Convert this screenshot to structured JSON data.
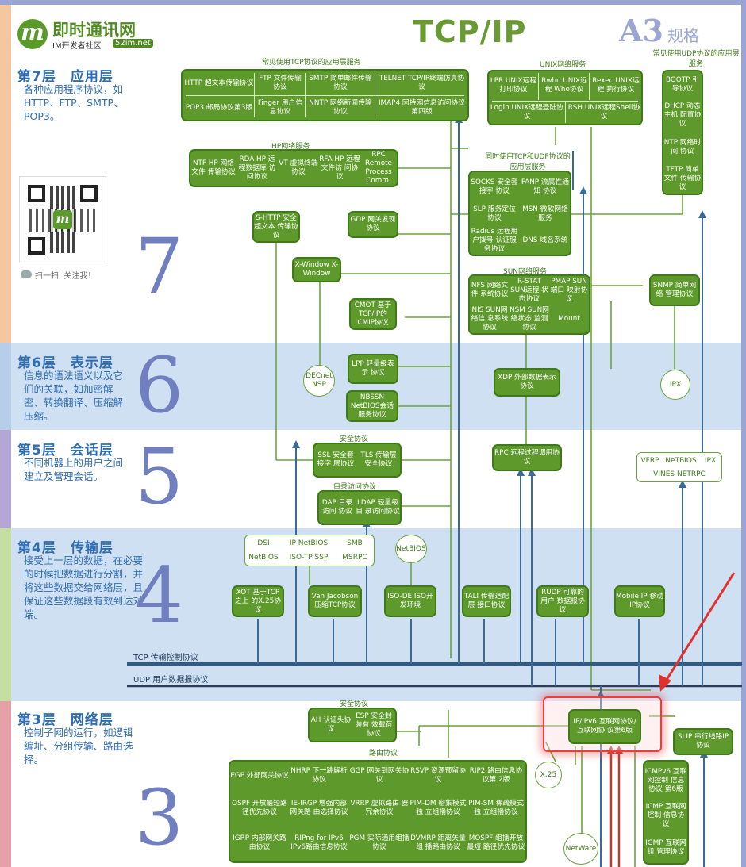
{
  "logo": {
    "mark": "m",
    "name": "即时通讯网",
    "sub": "IM开发者社区",
    "site": "52im.net"
  },
  "title": "TCP/IP",
  "badge": {
    "a3": "A3",
    "label": "规格"
  },
  "qr": {
    "caption": "扫一扫, 关注我！"
  },
  "layers": [
    {
      "title": "第7层　应用层",
      "desc": "各种应用程序协议，如 HTTP、FTP、SMTP、POP3。",
      "num": "7"
    },
    {
      "title": "第6层　表示层",
      "desc": "信息的语法语义以及它们的关联，如加密解密、转换翻译、压缩解压缩。",
      "num": "6"
    },
    {
      "title": "第5层　会话层",
      "desc": "不同机器上的用户之间建立及管理会话。",
      "num": "5"
    },
    {
      "title": "第4层　传输层",
      "desc": "接受上一层的数据，在必要的时候把数据进行分割，并将这些数据交给网络层，且保证这些数据段有效到达对端。",
      "num": "4"
    },
    {
      "title": "第3层　网络层",
      "desc": "控制子网的运行，如逻辑编址、分组传输、路由选择。",
      "num": "3"
    }
  ],
  "groups": {
    "common_tcp": "常见使用TCP协议的应用层服务",
    "unix": "UNIX网络服务",
    "common_udp": "常见使用UDP协议的应用层服务",
    "hp": "HP网络服务",
    "both": "同时使用TCP和UDP协议的应用层服务",
    "sun": "SUN网络服务",
    "security": "安全协议",
    "directory": "目录访问协议",
    "security3": "安全协议",
    "routing": "路由协议"
  },
  "boxes": {
    "http": "HTTP 超文本传输协议",
    "ftp": "FTP 文件传输协议",
    "smtp": "SMTP 简单邮件传输协议",
    "telnet": "TELNET TCP/IP终端仿真协议",
    "pop3": "POP3 邮局协议第3版",
    "finger": "Finger 用户信息协议",
    "nntp": "NNTP 网络新闻传输协议",
    "imap4": "IMAP4 因特网信息访问协议第四版",
    "lpr": "LPR UNIX远程 打印协议",
    "rwho": "Rwho UNIX远程 Who协议",
    "rexec": "Rexec UNIX远程 执行协议",
    "login": "Login UNIX远程登陆协议",
    "rsh": "RSH UNIX远程Shell协议",
    "bootp": "BOOTP 引导协议",
    "dhcp": "DHCP 动态主机 配置协议",
    "ntp": "NTP 网络时间 协议",
    "tftp": "TFTP 简单文件 传输协议",
    "ntfhp": "NTF HP 网络文件 传输协议",
    "rdahp": "RDA HP 远程数据库 访问协议",
    "vt": "VT 虚拟终端 协议",
    "rfahp": "RFA HP 远程文件访 问协议",
    "rpchp": "RPC Remote Process Comm.",
    "socks": "SOCKS 安全套接字 协议",
    "fanp": "FANP 流属性通知 协议",
    "slp": "SLP 服务定位协议",
    "msn": "MSN 微软网络服务",
    "radius": "Radius 远程用户拨号 认证服务协议",
    "dns": "DNS 域名系统",
    "shttp": "S-HTTP 安全超文本 传输协议",
    "gdp": "GDP 网关发现协议",
    "xwin": "X-Window X-Window",
    "cmot": "CMOT 基于TCP/IP的 CMIP协议",
    "nfs": "NFS 网络文件 系统协议",
    "rstat": "R-STAT SUN远程 状态协议",
    "pmap": "PMAP SUN端口 映射协议",
    "nis": "NIS SUN网络信 息系统协议",
    "nsm": "NSM SUN网 络状态 监测协议",
    "mount": "Mount",
    "snmp": "SNMP 简单网络 管理协议",
    "lpp": "LPP 轻量级表示 协议",
    "nbssn": "NBSSN NetBIOS会话 服务协议",
    "xdp": "XDP 外部数据表示协议",
    "ssl": "SSL 安全套接字 层协议",
    "tls": "TLS 传输层 安全协议",
    "rpc": "RPC 远程过程调用协议",
    "dap": "DAP 目录访问 协议",
    "ldap": "LDAP 轻量级目 录访问协议",
    "xot": "XOT 基于TCP之上 的X.25协议",
    "vanj": "Van Jacobson 压缩TCP协议",
    "isode": "ISO-DE ISO开发环境",
    "tali": "TALI 传输适配层 接口协议",
    "rudp": "RUDP 可靠的用户 数据报协议",
    "mobip": "Mobile IP 移动IP协议",
    "ah": "AH 认证头协议",
    "esp": "ESP 安全封装有 效载荷协议",
    "ipv6": "IP/IPv6 互联网协议/互联网协 议第6版",
    "slip": "SLIP 串行线路IP协议",
    "egp": "EGP 外部网关协议",
    "nhrp": "NHRP 下一跳解析协议",
    "ggp": "GGP 网关到网关协议",
    "rsvp": "RSVP 资源预留协议",
    "rip2": "RIP2 路由信息协议第 2版",
    "ospf": "OSPF 开放最短路 径优先协议",
    "ieirgp": "IE-IRGP 增强内部网关路 由选择协议",
    "vrrp": "VRRP 虚拟路由 器冗余协议",
    "pimdm": "PIM-DM 密集模式独 立组播协议",
    "pimsm": "PIM-SM 稀疏模式独 立组播协议",
    "igrp": "IGRP 内部网关路 由协议",
    "ripng": "RIPng for IPv6 IPv6路由信息协议",
    "pgm": "PGM 实际通用组播 协议",
    "dvmrp": "DVMRP 距离矢量组 播路由协议",
    "mospf": "MOSPF 组播开放最短 路径优先协议",
    "icmpv6": "ICMPv6 互联网控制 信息协议 第6版",
    "icmp": "ICMP 互联网控制 信息协议",
    "igmp": "IGMP 互联网组 管理协议"
  },
  "white": {
    "dsi": "DSI",
    "ipnetbios": "IP NetBIOS",
    "smb": "SMB",
    "netbios": "NetBIOS",
    "isotpssp": "ISO-TP SSP",
    "msrpc": "MSRPC",
    "vfrp": "VFRP",
    "netbios2": "NeTBIOS",
    "ipx2": "IPX",
    "vines": "VINES NETRPC"
  },
  "circles": {
    "decnet": "DECnet NSP",
    "ipx": "IPX",
    "netbios_c": "NetBIOS",
    "x25": "X.25",
    "netware": "NetWare"
  },
  "buses": {
    "tcp": "TCP 传输控制协议",
    "udp": "UDP 用户数据报协议"
  }
}
